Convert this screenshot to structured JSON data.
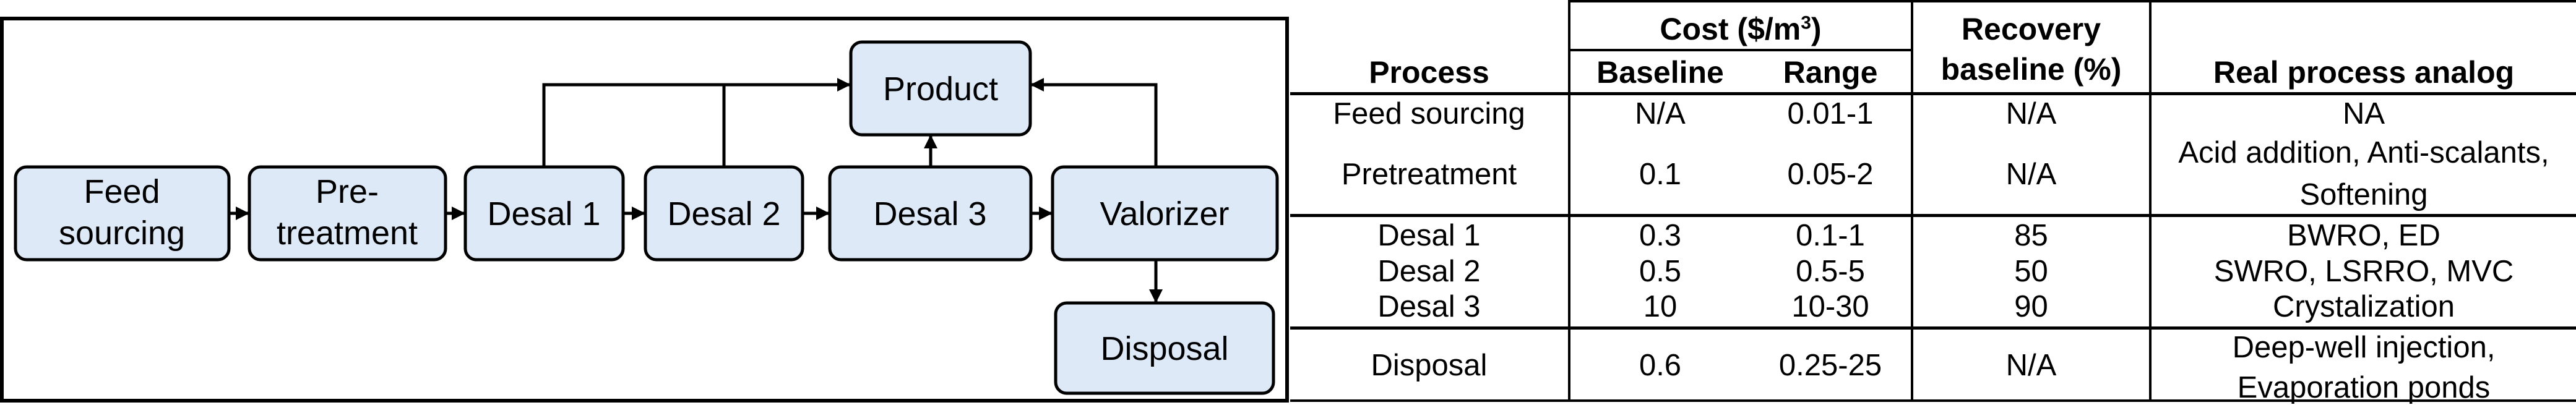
{
  "flow": {
    "nodes": {
      "feed": [
        "Feed",
        "sourcing"
      ],
      "pre": [
        "Pre-",
        "treatment"
      ],
      "desal1": [
        "Desal 1"
      ],
      "desal2": [
        "Desal 2"
      ],
      "desal3": [
        "Desal 3"
      ],
      "valorizer": [
        "Valorizer"
      ],
      "product": [
        "Product"
      ],
      "disposal": [
        "Disposal"
      ]
    },
    "box_fill": "#dde9f7",
    "stroke": "#000000"
  },
  "table": {
    "headers": {
      "process": "Process",
      "cost_group": "Cost ($/m",
      "cost_sup": "3",
      "cost_close": ")",
      "baseline": "Baseline",
      "range": "Range",
      "recovery_line1": "Recovery",
      "recovery_line2": "baseline (%)",
      "analog": "Real process analog"
    },
    "rows": [
      {
        "process": "Feed sourcing",
        "baseline": "N/A",
        "range": "0.01-1",
        "recovery": "N/A",
        "analog": [
          "NA"
        ]
      },
      {
        "process": "Pretreatment",
        "baseline": "0.1",
        "range": "0.05-2",
        "recovery": "N/A",
        "analog": [
          "Acid addition, Anti-scalants,",
          "Softening"
        ]
      },
      {
        "process": "Desal 1",
        "baseline": "0.3",
        "range": "0.1-1",
        "recovery": "85",
        "analog": [
          "BWRO, ED"
        ]
      },
      {
        "process": "Desal 2",
        "baseline": "0.5",
        "range": "0.5-5",
        "recovery": "50",
        "analog": [
          "SWRO, LSRRO, MVC"
        ]
      },
      {
        "process": "Desal 3",
        "baseline": "10",
        "range": "10-30",
        "recovery": "90",
        "analog": [
          "Crystalization"
        ]
      },
      {
        "process": "Disposal",
        "baseline": "0.6",
        "range": "0.25-25",
        "recovery": "N/A",
        "analog": [
          "Deep-well injection,",
          "Evaporation ponds"
        ]
      }
    ]
  }
}
